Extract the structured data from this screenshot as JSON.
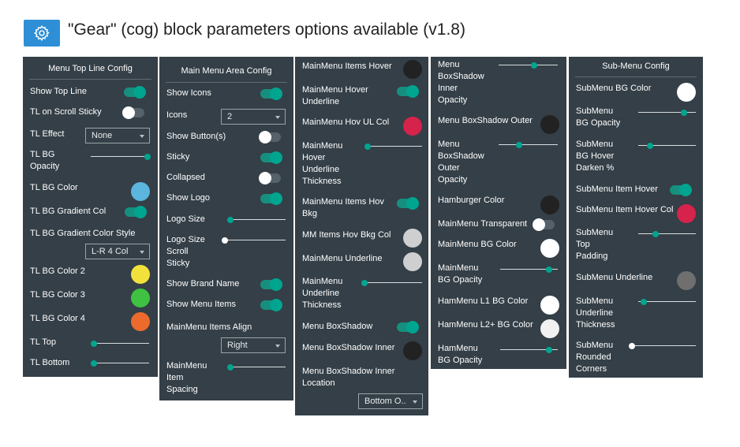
{
  "header": {
    "title": "\"Gear\" (cog) block parameters options available  (v1.8)",
    "icon": "gear-icon",
    "accent": "#2e8fd6"
  },
  "panels": {
    "p1": {
      "title": "Menu Top Line Config",
      "rows": {
        "show_top_line": {
          "label": "Show Top Line",
          "on": true
        },
        "tl_scroll_sticky": {
          "label": "TL on Scroll Sticky",
          "on": false
        },
        "tl_effect": {
          "label": "TL Effect",
          "value": "None"
        },
        "tl_bg_opacity": {
          "label": "TL BG\nOpacity",
          "level": 1.0
        },
        "tl_bg_color": {
          "label": "TL BG Color",
          "color": "#5bb5dd"
        },
        "tl_bg_gradient": {
          "label": "TL BG Gradient Col",
          "on": true
        },
        "tl_gradient_style": {
          "label": "TL BG Gradient Color Style",
          "value": "L-R 4 Col"
        },
        "tl_bg_color2": {
          "label": "TL BG Color 2",
          "color": "#f2e13b"
        },
        "tl_bg_color3": {
          "label": "TL BG Color 3",
          "color": "#3fc142"
        },
        "tl_bg_color4": {
          "label": "TL BG Color 4",
          "color": "#ec6a2c"
        },
        "tl_top": {
          "label": "TL Top",
          "level": 0.0
        },
        "tl_bottom": {
          "label": "TL Bottom",
          "level": 0.0
        }
      }
    },
    "p2": {
      "title": "Main Menu Area Config",
      "rows": {
        "show_icons": {
          "label": "Show Icons",
          "on": true
        },
        "icons": {
          "label": "Icons",
          "value": "2"
        },
        "show_buttons": {
          "label": "Show Button(s)",
          "on": false
        },
        "sticky": {
          "label": "Sticky",
          "on": true
        },
        "collapsed": {
          "label": "Collapsed",
          "on": false
        },
        "show_logo": {
          "label": "Show Logo",
          "on": true
        },
        "logo_size": {
          "label": "Logo Size",
          "level": 0.0
        },
        "logo_size_scroll": {
          "label": "Logo Size\nScroll\nSticky",
          "level": 0.0
        },
        "show_brand": {
          "label": "Show Brand Name",
          "on": true
        },
        "show_menu_items": {
          "label": "Show Menu Items",
          "on": true
        },
        "items_align": {
          "label": "MainMenu Items Align",
          "value": "Right"
        },
        "items_spacing": {
          "label": "MainMenu\nItem\nSpacing",
          "level": 0.0
        }
      }
    },
    "p3": {
      "rows": {
        "items_hover": {
          "label": "MainMenu Items Hover",
          "color": "#222222"
        },
        "hover_underline": {
          "label": "MainMenu Hover\nUnderline",
          "on": true
        },
        "hov_ul_col": {
          "label": "MainMenu Hov UL Col",
          "color": "#d5234b"
        },
        "hover_ul_thickness": {
          "label": "MainMenu\nHover\nUnderline\nThickness",
          "level": 0.0
        },
        "items_hov_bkg": {
          "label": "MainMenu Items Hov\nBkg",
          "on": true
        },
        "mm_items_hov_bkg_col": {
          "label": "MM Items Hov Bkg Col",
          "color": "#cfcfcf"
        },
        "mm_underline": {
          "label": "MainMenu Underline",
          "color": "#cfcfcf"
        },
        "mm_underline_thickness": {
          "label": "MainMenu\nUnderline\nThickness",
          "level": 0.0
        },
        "menu_boxshadow": {
          "label": "Menu BoxShadow",
          "on": true
        },
        "boxshadow_inner": {
          "label": "Menu BoxShadow Inner",
          "color": "#222222"
        },
        "boxshadow_inner_loc": {
          "label": "Menu BoxShadow Inner\nLocation",
          "value": "Bottom O.."
        }
      }
    },
    "p4": {
      "rows": {
        "bs_inner_opacity": {
          "label": "Menu\nBoxShadow\nInner\nOpacity",
          "level": 0.6
        },
        "bs_outer": {
          "label": "Menu BoxShadow Outer",
          "color": "#222222"
        },
        "bs_outer_opacity": {
          "label": "Menu\nBoxShadow\nOuter\nOpacity",
          "level": 0.35
        },
        "hamburger_color": {
          "label": "Hamburger Color",
          "color": "#222222"
        },
        "mm_transparent": {
          "label": "MainMenu Transparent",
          "on": false
        },
        "mm_bg_color": {
          "label": "MainMenu BG Color",
          "color": "#ffffff"
        },
        "mm_bg_opacity": {
          "label": "MainMenu\nBG Opacity",
          "level": 0.85
        },
        "ham_l1_bg": {
          "label": "HamMenu L1 BG Color",
          "color": "#ffffff"
        },
        "ham_l2_bg": {
          "label": "HamMenu L2+ BG Color",
          "color": "#f1f1f1"
        },
        "ham_bg_opacity": {
          "label": "HamMenu\nBG Opacity",
          "level": 0.85
        }
      }
    },
    "p5": {
      "title": "Sub-Menu Config",
      "rows": {
        "sub_bg_color": {
          "label": "SubMenu BG Color",
          "color": "#ffffff"
        },
        "sub_bg_opacity": {
          "label": "SubMenu\nBG Opacity",
          "level": 0.8
        },
        "sub_bg_hover_darken": {
          "label": "SubMenu\nBG Hover\nDarken %",
          "level": 0.2
        },
        "sub_item_hover": {
          "label": "SubMenu Item Hover",
          "on": true
        },
        "sub_item_hover_col": {
          "label": "SubMenu Item Hover Col",
          "color": "#d5234b"
        },
        "sub_top_padding": {
          "label": "SubMenu\nTop\nPadding",
          "level": 0.3
        },
        "sub_underline": {
          "label": "SubMenu Underline",
          "color": "#6f6f6f"
        },
        "sub_underline_thickness": {
          "label": "SubMenu\nUnderline\nThickness",
          "level": 0.1
        },
        "sub_rounded_corners": {
          "label": "SubMenu\nRounded\nCorners",
          "level": 0.0
        }
      }
    }
  }
}
